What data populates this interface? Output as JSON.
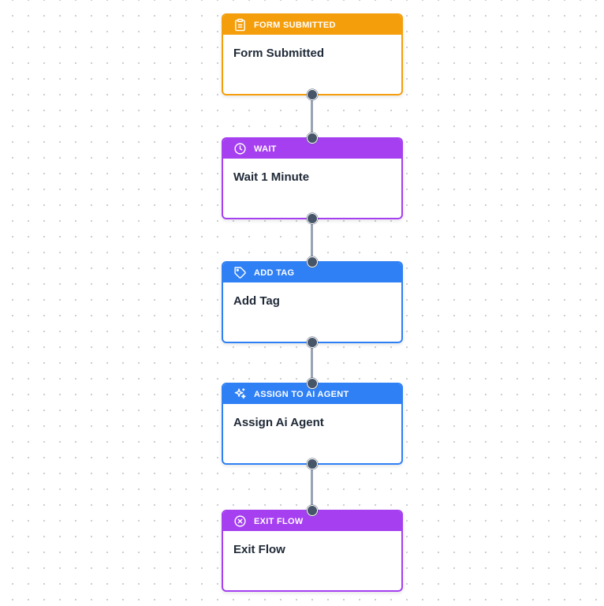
{
  "flow": {
    "nodes": [
      {
        "id": "form-submitted",
        "type_label": "FORM SUBMITTED",
        "title": "Form Submitted",
        "icon": "clipboard-icon",
        "accent": "#f59e0b"
      },
      {
        "id": "wait",
        "type_label": "WAIT",
        "title": "Wait 1 Minute",
        "icon": "clock-icon",
        "accent": "#a53ff0"
      },
      {
        "id": "add-tag",
        "type_label": "ADD TAG",
        "title": "Add Tag",
        "icon": "tag-icon",
        "accent": "#2f80f5"
      },
      {
        "id": "assign-ai-agent",
        "type_label": "ASSIGN TO AI AGENT",
        "title": "Assign Ai Agent",
        "icon": "sparkles-icon",
        "accent": "#2f80f5"
      },
      {
        "id": "exit-flow",
        "type_label": "EXIT FLOW",
        "title": "Exit Flow",
        "icon": "x-circle-icon",
        "accent": "#a53ff0"
      }
    ]
  }
}
